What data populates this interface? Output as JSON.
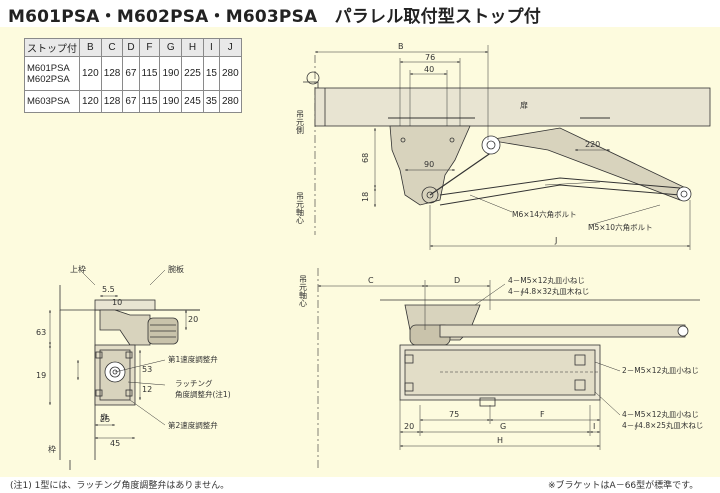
{
  "title": "M601PSA・M602PSA・M603PSA　パラレル取付型ストップ付",
  "spec_table": {
    "header": [
      "ストップ付",
      "B",
      "C",
      "D",
      "F",
      "G",
      "H",
      "I",
      "J"
    ],
    "rows": [
      {
        "models": [
          "M601PSA",
          "M602PSA"
        ],
        "values": [
          "120",
          "128",
          "67",
          "115",
          "190",
          "225",
          "15",
          "280"
        ]
      },
      {
        "models": [
          "M603PSA"
        ],
        "values": [
          "120",
          "128",
          "67",
          "115",
          "190",
          "245",
          "35",
          "280"
        ]
      }
    ]
  },
  "top_view": {
    "dim_B": "B",
    "dim_76": "76",
    "dim_40": "40",
    "dim_220": "220",
    "dim_68": "68",
    "dim_90": "90",
    "dim_18": "18",
    "dim_J": "J",
    "label_door": "扉",
    "label_hinge_axis": "吊元軸心",
    "label_hinge_side": "吊元側",
    "callout_m6": "M6×14六角ボルト",
    "callout_m5": "M5×10六角ボルト"
  },
  "side_view": {
    "label_top_frame": "上枠",
    "label_bracket": "腕板",
    "label_frame": "枠",
    "dim_5_5": "5.5",
    "dim_10": "10",
    "dim_20": "20",
    "dim_63": "63",
    "dim_19": "19",
    "dim_53": "53",
    "dim_12": "12",
    "dim_25": "25",
    "dim_45": "45",
    "callout_valve1": "第1速度調整弁",
    "callout_latch": "ラッチング",
    "callout_latch2": "角度調整弁(注1)",
    "callout_valve2": "第2速度調整弁",
    "label_door": "扉"
  },
  "front_view": {
    "label_hinge_axis": "吊元軸心",
    "dim_C": "C",
    "dim_D": "D",
    "dim_75": "75",
    "dim_F": "F",
    "dim_20": "20",
    "dim_G": "G",
    "dim_I": "I",
    "dim_H": "H",
    "callout_top1": "4－M5×12丸皿小ねじ",
    "callout_top2": "4－∮4.8×32丸皿木ねじ",
    "callout_right": "2－M5×12丸皿小ねじ",
    "callout_bottom1": "4－M5×12丸皿小ねじ",
    "callout_bottom2": "4－∮4.8×25丸皿木ねじ"
  },
  "footnotes": {
    "left": "(注1) 1型には、ラッチング角度調整弁はありません。",
    "right": "※ブラケットはA－66型が標準です。"
  }
}
